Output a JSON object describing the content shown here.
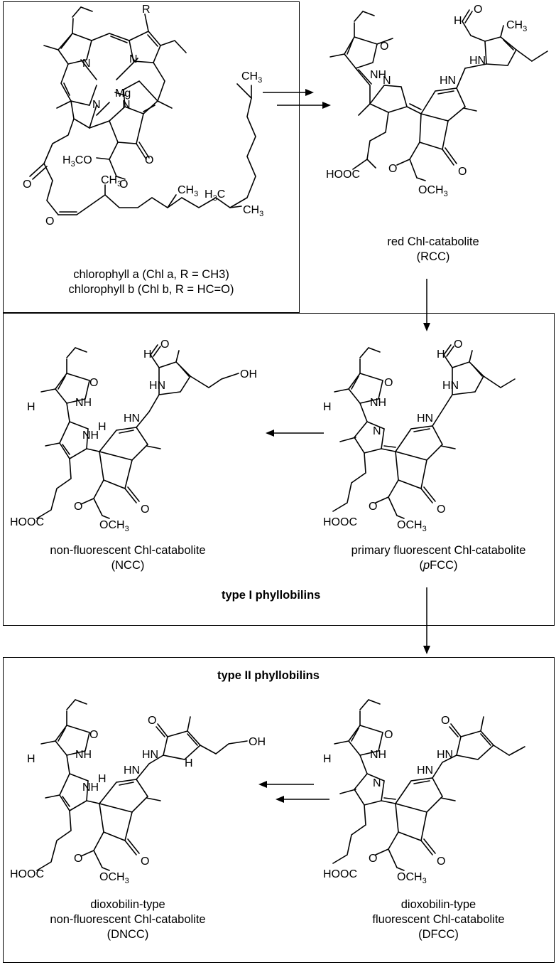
{
  "panels": {
    "chlorophyll": {
      "substituent_R": "R",
      "mg_label": "Mg",
      "caption_line1": "chlorophyll a (Chl a, R = CH3)",
      "caption_line2": "chlorophyll b (Chl b, R = HC=O)"
    },
    "type1": {
      "title": "type I phyllobilins"
    },
    "type2": {
      "title": "type II phyllobilins"
    }
  },
  "compounds": {
    "rcc": {
      "line1": "red Chl-catabolite",
      "line2": "(RCC)"
    },
    "pfcc": {
      "line1": "primary fluorescent Chl-catabolite",
      "line2_prefix": "p",
      "line2": "FCC"
    },
    "ncc": {
      "line1": "non-fluorescent Chl-catabolite",
      "line2": "(NCC)"
    },
    "dfcc": {
      "line1": "dioxobilin-type",
      "line2": "fluorescent Chl-catabolite",
      "line3": "(DFCC)"
    },
    "dncc": {
      "line1": "dioxobilin-type",
      "line2": "non-fluorescent Chl-catabolite",
      "line3": "(DNCC)"
    }
  },
  "atom_labels": {
    "N": "N",
    "NH": "NH",
    "HN": "HN",
    "H": "H",
    "O": "O",
    "OH": "OH",
    "HOOC": "HOOC",
    "OCH3": "OCH3",
    "H3CO": "H3CO",
    "CH3": "CH3",
    "H3C": "H3C"
  }
}
